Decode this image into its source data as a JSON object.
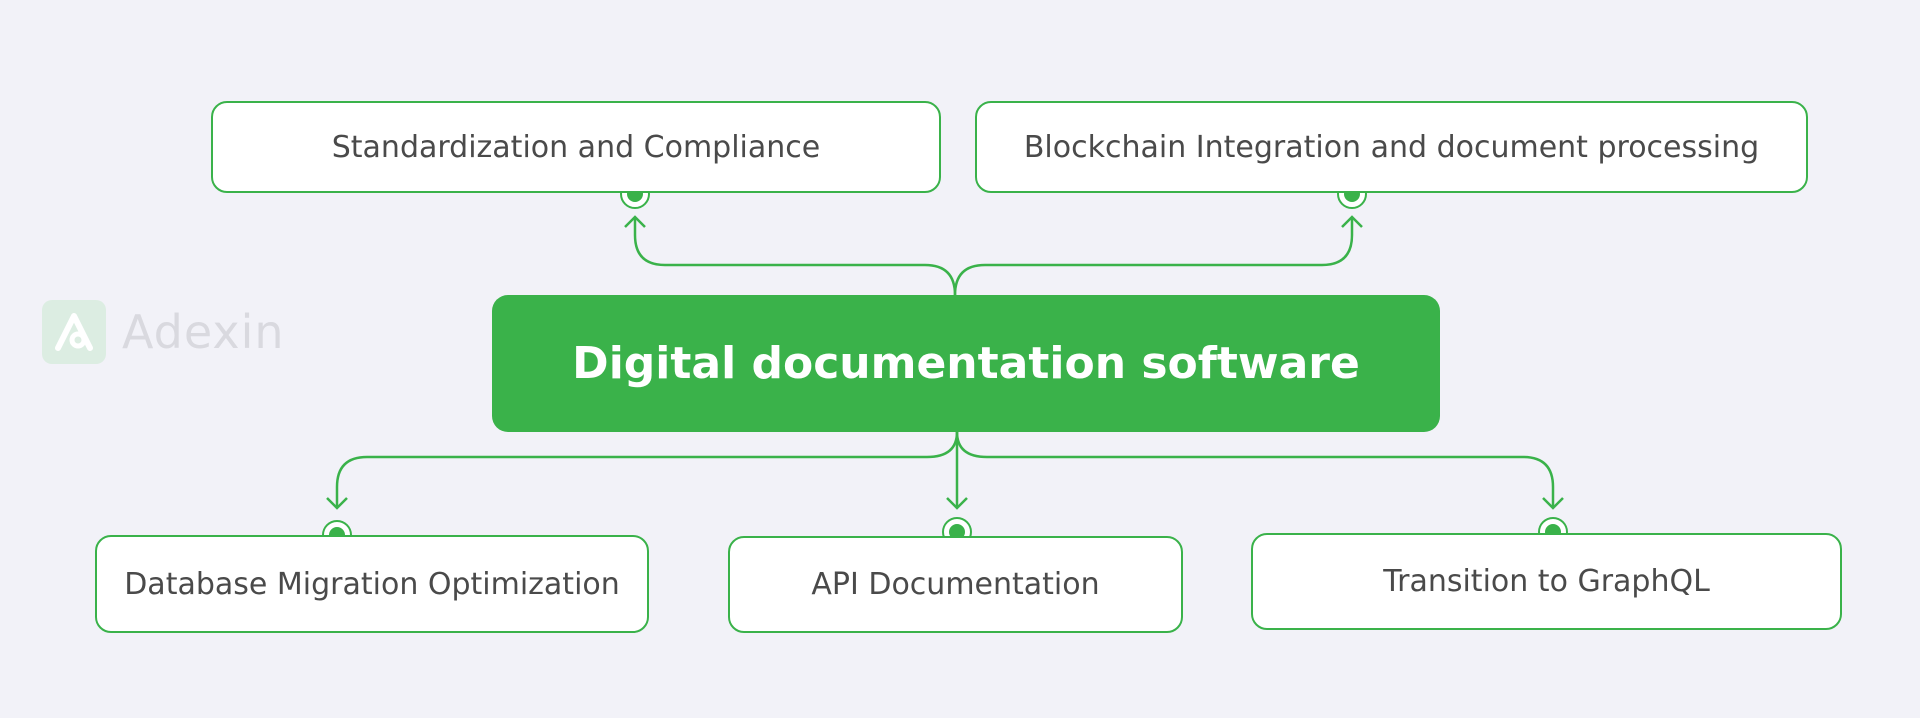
{
  "colors": {
    "accent": "#3ab24a",
    "background": "#f2f2f8",
    "text": "#4a4a4a"
  },
  "logo": {
    "text": "Adexin",
    "icon": "adexin-logo-icon"
  },
  "center": {
    "label": "Digital documentation software"
  },
  "nodes": {
    "standardization": "Standardization and Compliance",
    "blockchain": "Blockchain Integration and document processing",
    "database": "Database Migration Optimization",
    "api": "API Documentation",
    "graphql": "Transition to GraphQL"
  }
}
